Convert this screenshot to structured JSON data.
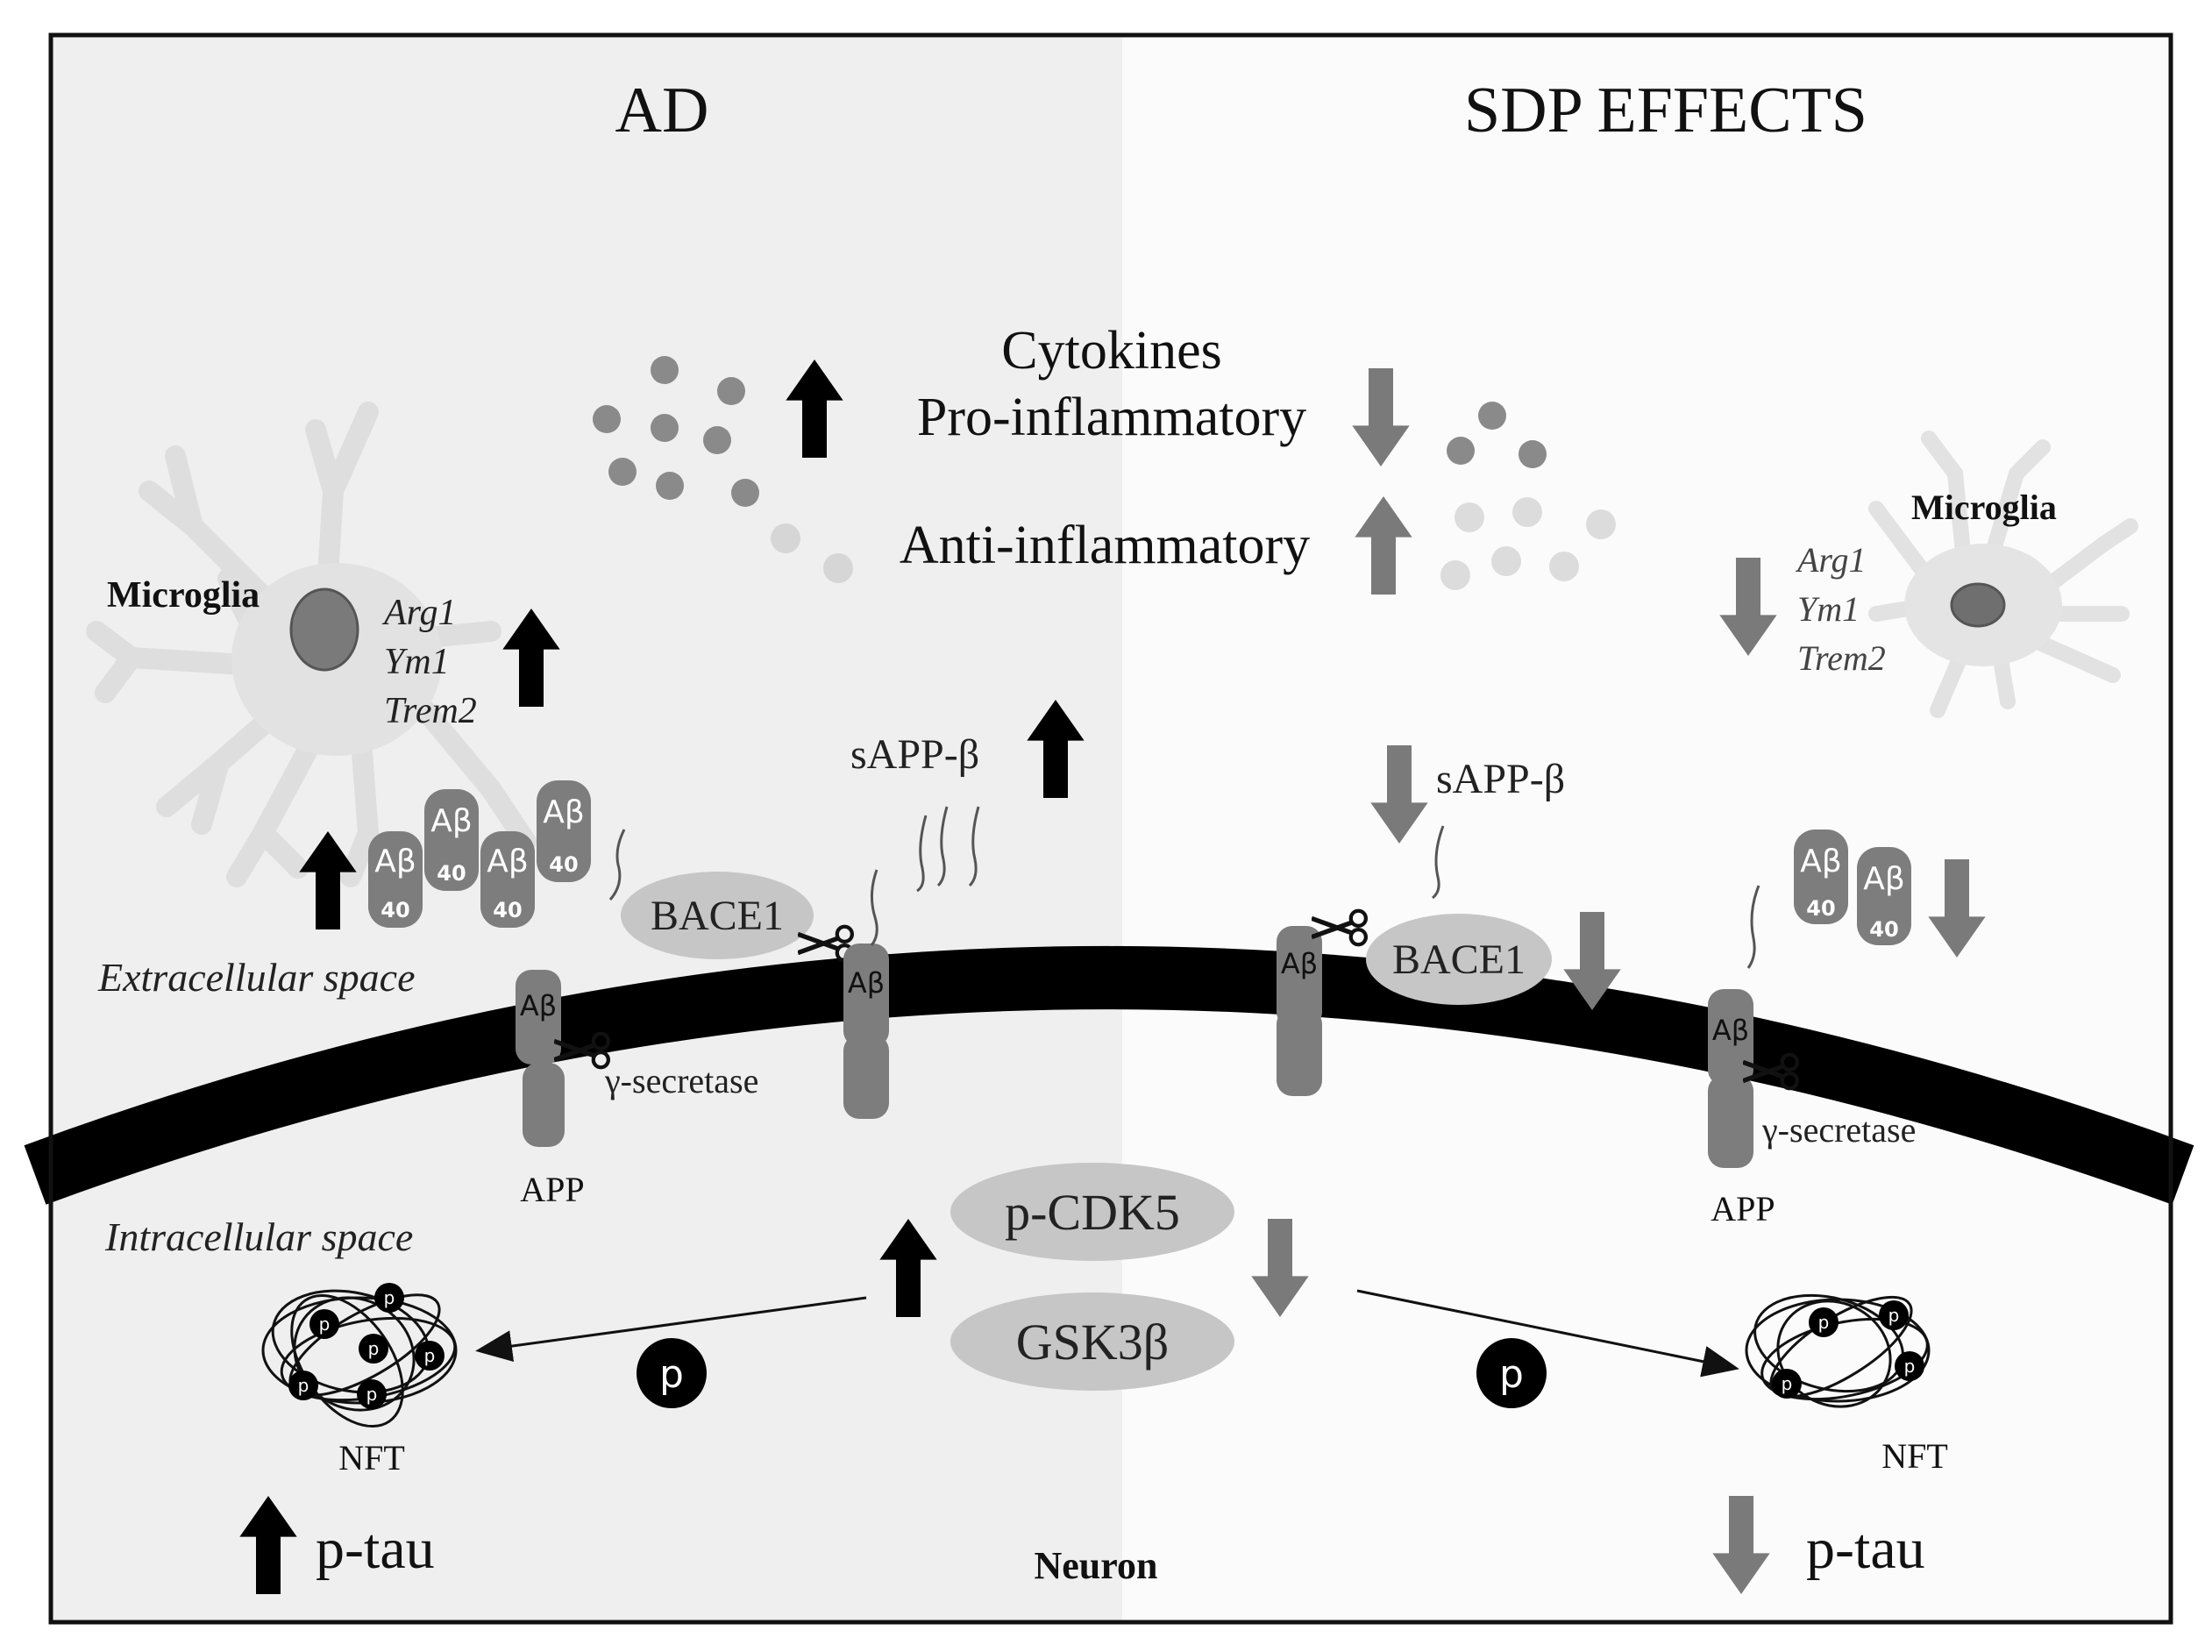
{
  "titles": {
    "left": "AD",
    "right": "SDP EFFECTS"
  },
  "cytokines": {
    "header": "Cytokines",
    "pro": "Pro-inflammatory",
    "anti": "Anti-inflammatory"
  },
  "microglia": {
    "label": "Microglia",
    "genes": [
      "Arg1",
      "Ym1",
      "Trem2"
    ]
  },
  "amyloid": {
    "ab": "Aβ",
    "ab40": "40",
    "sapp": "sAPP-β",
    "bace": "BACE1",
    "gamma": "γ-secretase",
    "app": "APP"
  },
  "spaces": {
    "extracellular": "Extracellular space",
    "intracellular": "Intracellular space"
  },
  "kinases": {
    "cdk5": "p-CDK5",
    "gsk": "GSK3β",
    "phospho": "p"
  },
  "tau": {
    "nft": "NFT",
    "ptau": "p-tau",
    "neuron": "Neuron"
  },
  "colors": {
    "panel_left": "#efefef",
    "panel_right": "#fbfbfb",
    "up_arrow": "#000000",
    "down_arrow": "#7a7a7a",
    "pro_dot": "#8a8a8a",
    "anti_dot": "#dcdcdc",
    "cell": "#e2e2e2",
    "nucleus": "#7a7a7a",
    "app_protein": "#808080",
    "enzyme": "#c6c6c6"
  }
}
